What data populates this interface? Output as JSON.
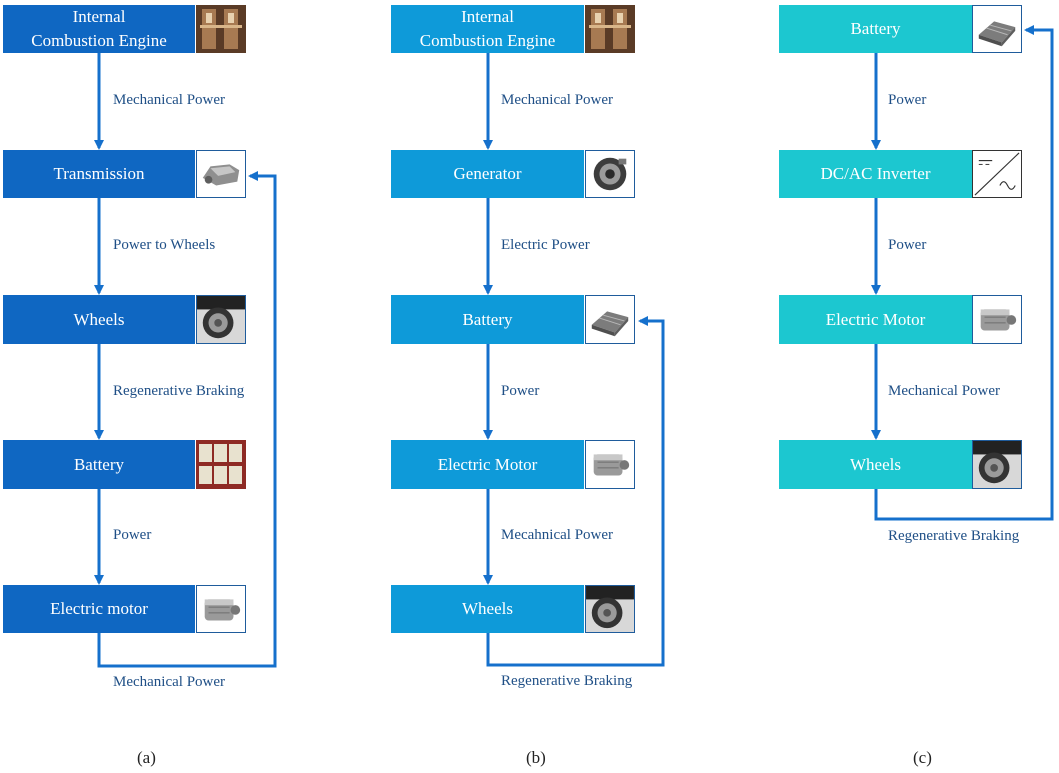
{
  "colors": {
    "panel_a": "#0f67c2",
    "panel_b": "#0e9ad9",
    "panel_c": "#1cc7d0",
    "arrow": "#1570cc",
    "edge_text": "#1f4f86"
  },
  "panel_a": {
    "caption": "(a)",
    "nodes": [
      {
        "label_line1": "Internal",
        "label_line2": "Combustion Engine",
        "icon": "engine-icon"
      },
      {
        "label": "Transmission",
        "icon": "transmission-icon"
      },
      {
        "label": "Wheels",
        "icon": "wheel-icon"
      },
      {
        "label": "Battery",
        "icon": "battery-pack-icon"
      },
      {
        "label": "Electric motor",
        "icon": "motor-icon"
      }
    ],
    "edges": [
      "Mechanical Power",
      "Power to Wheels",
      "Regenerative Braking",
      "Power"
    ],
    "feedback_label": "Mechanical Power"
  },
  "panel_b": {
    "caption": "(b)",
    "nodes": [
      {
        "label_line1": "Internal",
        "label_line2": "Combustion Engine",
        "icon": "engine-icon"
      },
      {
        "label": "Generator",
        "icon": "generator-icon"
      },
      {
        "label": "Battery",
        "icon": "battery-icon"
      },
      {
        "label": "Electric Motor",
        "icon": "motor-icon"
      },
      {
        "label": "Wheels",
        "icon": "wheel-icon"
      }
    ],
    "edges": [
      "Mechanical Power",
      "Electric Power",
      "Power",
      "Mecahnical Power"
    ],
    "feedback_label": "Regenerative Braking"
  },
  "panel_c": {
    "caption": "(c)",
    "nodes": [
      {
        "label": "Battery",
        "icon": "battery-icon"
      },
      {
        "label": "DC/AC Inverter",
        "icon": "inverter-icon"
      },
      {
        "label": "Electric Motor",
        "icon": "motor-icon"
      },
      {
        "label": "Wheels",
        "icon": "wheel-icon"
      }
    ],
    "edges": [
      "Power",
      "Power",
      "Mechanical Power"
    ],
    "feedback_label": "Regenerative Braking"
  }
}
